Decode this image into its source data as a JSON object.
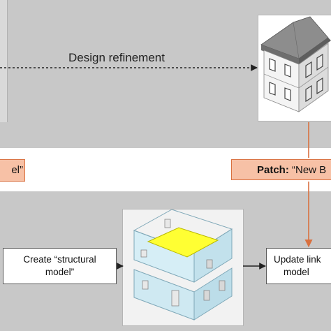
{
  "top": {
    "arrow_label": "Design refinement"
  },
  "middle": {
    "left_tag": "el”",
    "right_tag_bold": "Patch:",
    "right_tag_rest": " “New B"
  },
  "bottom": {
    "create_box": {
      "line1": "Create “structural",
      "line2": "model”"
    },
    "update_box": {
      "line1": "Update link",
      "line2": "model"
    }
  },
  "colors": {
    "band_gray": "#c8c8c8",
    "tag_fill": "#f7c1a6",
    "tag_border": "#d9703f",
    "arrow_orange": "#d9703f",
    "structure_floor": "#ffff33",
    "structure_walls": "#cfe9f2"
  }
}
